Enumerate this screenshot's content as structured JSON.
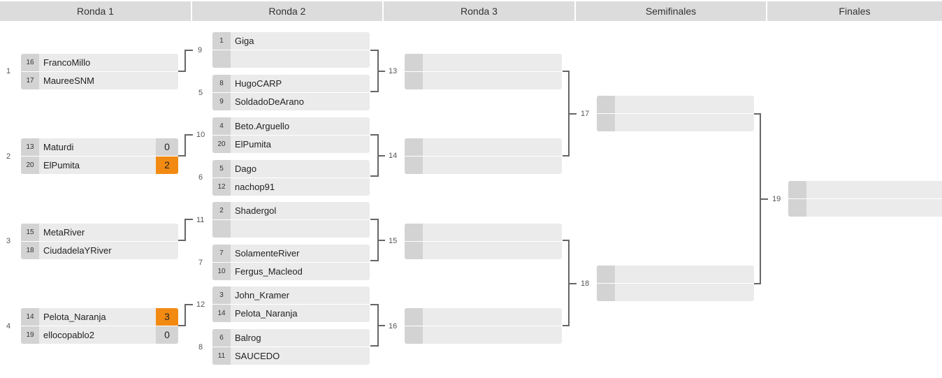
{
  "rounds": [
    "Ronda 1",
    "Ronda 2",
    "Ronda 3",
    "Semifinales",
    "Finales"
  ],
  "r1": [
    {
      "num": "1",
      "top": {
        "seed": "16",
        "name": "FrancoMillo"
      },
      "bot": {
        "seed": "17",
        "name": "MaureeSNM"
      }
    },
    {
      "num": "2",
      "top": {
        "seed": "13",
        "name": "Maturdi",
        "score": "0"
      },
      "bot": {
        "seed": "20",
        "name": "ElPumita",
        "score": "2"
      }
    },
    {
      "num": "3",
      "top": {
        "seed": "15",
        "name": "MetaRiver"
      },
      "bot": {
        "seed": "18",
        "name": "CiudadelaYRiver"
      }
    },
    {
      "num": "4",
      "top": {
        "seed": "14",
        "name": "Pelota_Naranja",
        "score": "3"
      },
      "bot": {
        "seed": "19",
        "name": "ellocopablo2",
        "score": "0"
      }
    }
  ],
  "r2": [
    {
      "num": "9",
      "top": {
        "seed": "1",
        "name": "Giga"
      },
      "bot": {
        "seed": "",
        "name": ""
      }
    },
    {
      "num": "5",
      "top": {
        "seed": "8",
        "name": "HugoCARP"
      },
      "bot": {
        "seed": "9",
        "name": "SoldadoDeArano"
      }
    },
    {
      "num": "10",
      "top": {
        "seed": "4",
        "name": "Beto.Arguello"
      },
      "bot": {
        "seed": "20",
        "name": "ElPumita"
      }
    },
    {
      "num": "6",
      "top": {
        "seed": "5",
        "name": "Dago"
      },
      "bot": {
        "seed": "12",
        "name": "nachop91"
      }
    },
    {
      "num": "11",
      "top": {
        "seed": "2",
        "name": "Shadergol"
      },
      "bot": {
        "seed": "",
        "name": ""
      }
    },
    {
      "num": "7",
      "top": {
        "seed": "7",
        "name": "SolamenteRiver"
      },
      "bot": {
        "seed": "10",
        "name": "Fergus_Macleod"
      }
    },
    {
      "num": "12",
      "top": {
        "seed": "3",
        "name": "John_Kramer"
      },
      "bot": {
        "seed": "14",
        "name": "Pelota_Naranja"
      }
    },
    {
      "num": "8",
      "top": {
        "seed": "6",
        "name": "Balrog"
      },
      "bot": {
        "seed": "11",
        "name": "SAUCEDO"
      }
    }
  ],
  "r3": [
    {
      "num": "13"
    },
    {
      "num": "14"
    },
    {
      "num": "15"
    },
    {
      "num": "16"
    }
  ],
  "semis": [
    {
      "num": "17"
    },
    {
      "num": "18"
    }
  ],
  "final": {
    "num": "19"
  },
  "colors": {
    "winner": "#f28a12",
    "seed_bg": "#d3d3d3",
    "match_bg": "#ebebeb",
    "header_bg": "#dcdcdc"
  }
}
